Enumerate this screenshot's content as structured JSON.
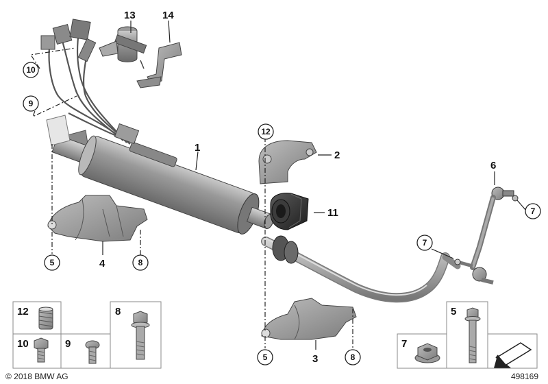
{
  "diagram": {
    "labels": {
      "p1": "1",
      "p2": "2",
      "p3": "3",
      "p4": "4",
      "p6": "6",
      "p11": "11",
      "p13": "13",
      "p14": "14"
    },
    "circled": {
      "c10": "10",
      "c9": "9",
      "c12": "12",
      "c5a": "5",
      "c8a": "8",
      "c7a": "7",
      "c7b": "7",
      "c5b": "5",
      "c8b": "8"
    },
    "parts_box": {
      "b12": "12",
      "b10": "10",
      "b9": "9",
      "b8": "8",
      "b5": "5",
      "b7": "7"
    },
    "copyright": "© 2018 BMW AG",
    "diagram_number": "498169"
  }
}
